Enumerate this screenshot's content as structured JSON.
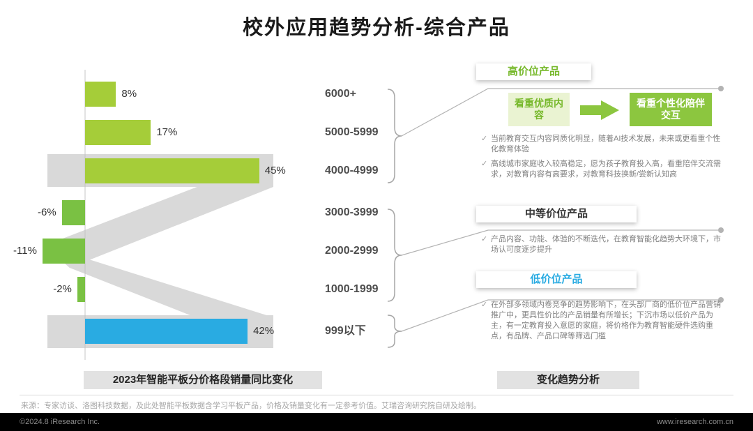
{
  "title": "校外应用趋势分析-综合产品",
  "chart_data": {
    "type": "bar",
    "orientation": "horizontal",
    "title": "2023年智能平板分价格段销量同比变化",
    "categories": [
      "6000+",
      "5000-5999",
      "4000-4999",
      "3000-3999",
      "2000-2999",
      "1000-1999",
      "999以下"
    ],
    "values": [
      8,
      17,
      45,
      -6,
      -11,
      -2,
      42
    ],
    "value_labels": [
      "8%",
      "17%",
      "45%",
      "-6%",
      "-11%",
      "-2%",
      "42%"
    ],
    "bar_colors": [
      "#a5cd39",
      "#a5cd39",
      "#a5cd39",
      "#7ac143",
      "#7ac143",
      "#7ac143",
      "#29abe2"
    ],
    "highlighted_segments": [
      "4000-4999",
      "999以下"
    ],
    "xlabel": "",
    "ylabel": "",
    "grid": false,
    "legend": "none"
  },
  "analysis": {
    "caption": "变化趋势分析",
    "sections": [
      {
        "label": "高价位产品",
        "color": "#76b82a",
        "flow_from": "看重优质内容",
        "flow_to": "看重个性化陪伴交互",
        "bullets": [
          "当前教育交互内容同质化明显，随着AI技术发展，未来或更看重个性化教育体验",
          "高线城市家庭收入较高稳定，愿为孩子教育投入高，看重陪伴交流需求，对教育内容有高要求，对教育科技换新/尝新认知高"
        ]
      },
      {
        "label": "中等价位产品",
        "color": "#333333",
        "bullets": [
          "产品内容、功能、体验的不断迭代，在教育智能化趋势大环境下，市场认可度逐步提升"
        ]
      },
      {
        "label": "低价位产品",
        "color": "#29abe2",
        "bullets": [
          "在外部多领域内卷竞争的趋势影响下，在头部厂商的低价位产品营销推广中，更具性价比的产品销量有所增长；下沉市场以低价产品为主，有一定教育投入意愿的家庭，将价格作为教育智能硬件选购重点，有品牌、产品口碑等筛选门槛"
        ]
      }
    ]
  },
  "chart_caption": "2023年智能平板分价格段销量同比变化",
  "footnote": "来源：专家访谈、洛图科技数据，及此处智能平板数据含学习平板产品，价格及销量变化有一定参考价值。艾瑞咨询研究院自研及绘制。",
  "footer": {
    "left": "©2024.8 iResearch Inc.",
    "right": "www.iresearch.com.cn"
  },
  "icons": {
    "checkmark": "✓",
    "arrow": "block-arrow-right"
  }
}
